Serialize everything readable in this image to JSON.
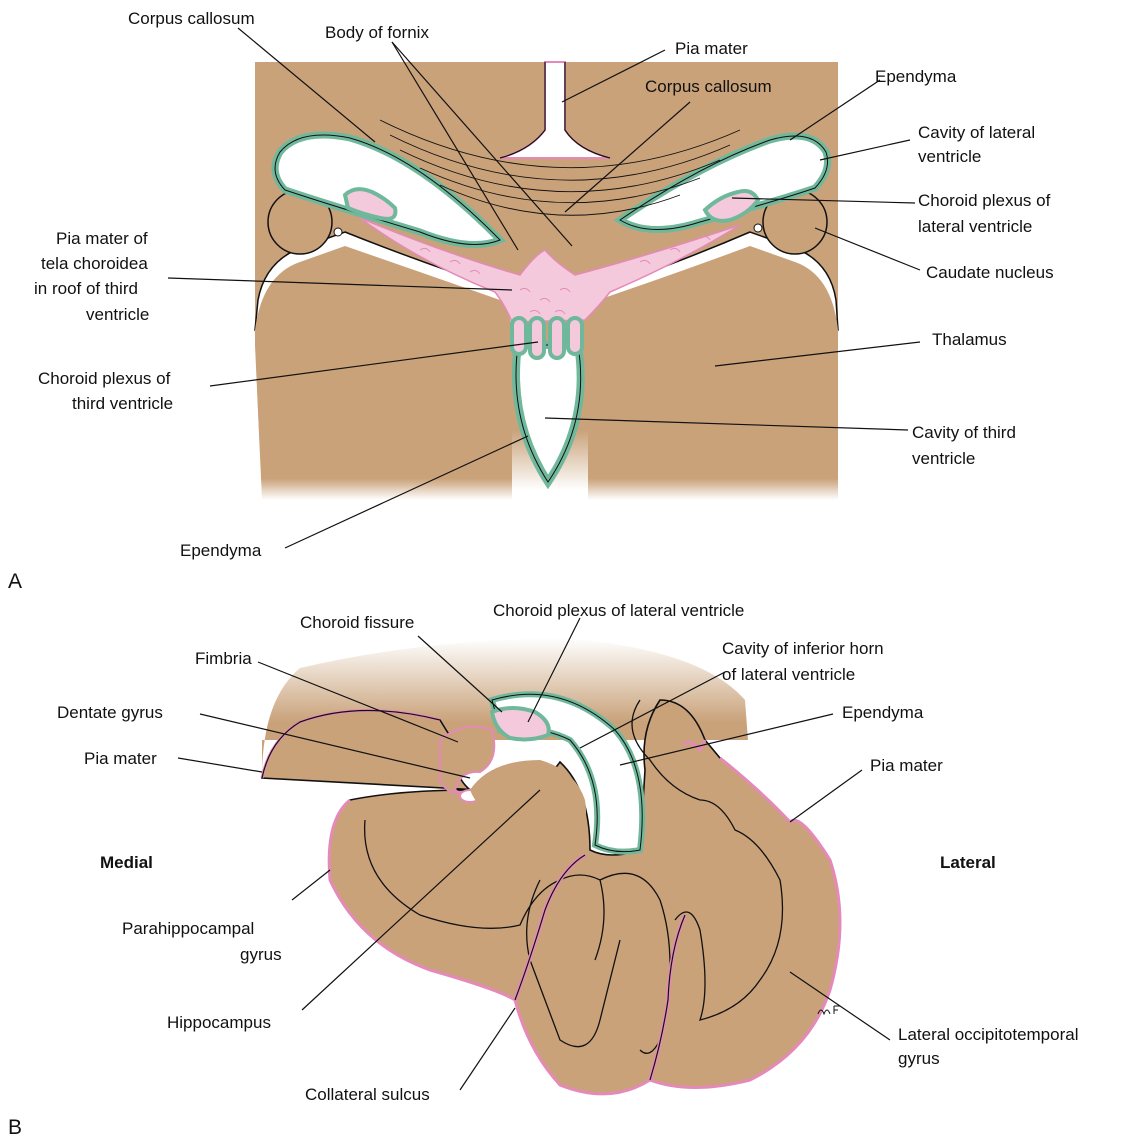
{
  "colors": {
    "tissue": "#c9a27a",
    "tissue_edge": "#111111",
    "ependyma": "#6fb89c",
    "pia": "#e58ab8",
    "cavity": "#ffffff",
    "tela_fill": "#f4c9dc"
  },
  "panel_a": {
    "letter": "A",
    "labels": {
      "corpus_callosum_1": "Corpus callosum",
      "body_of_fornix": "Body of fornix",
      "pia_mater_top": "Pia mater",
      "corpus_callosum_2": "Corpus callosum",
      "ependyma_top": "Ependyma",
      "cavity_lateral_1": "Cavity of lateral",
      "cavity_lateral_2": "ventricle",
      "choroid_lateral_1": "Choroid plexus of",
      "choroid_lateral_2": "lateral ventricle",
      "caudate_nucleus": "Caudate nucleus",
      "tela_1": "Pia mater of",
      "tela_2": "tela choroidea",
      "tela_3": "in roof of third",
      "tela_4": "ventricle",
      "thalamus": "Thalamus",
      "choroid_third_1": "Choroid plexus of",
      "choroid_third_2": "third ventricle",
      "cavity_third_1": "Cavity of third",
      "cavity_third_2": "ventricle",
      "ependyma_bottom": "Ependyma"
    }
  },
  "panel_b": {
    "letter": "B",
    "labels": {
      "choroid_fissure": "Choroid fissure",
      "choroid_plexus_lateral": "Choroid plexus of lateral ventricle",
      "fimbria": "Fimbria",
      "cavity_inferior_1": "Cavity of inferior horn",
      "cavity_inferior_2": "of lateral ventricle",
      "dentate_gyrus": "Dentate gyrus",
      "ependyma": "Ependyma",
      "pia_mater_left": "Pia mater",
      "pia_mater_right": "Pia mater",
      "medial": "Medial",
      "lateral": "Lateral",
      "parahippocampal_1": "Parahippocampal",
      "parahippocampal_2": "gyrus",
      "hippocampus": "Hippocampus",
      "lateral_occipitotemporal_1": "Lateral occipitotemporal",
      "lateral_occipitotemporal_2": "gyrus",
      "collateral_sulcus": "Collateral sulcus"
    }
  }
}
